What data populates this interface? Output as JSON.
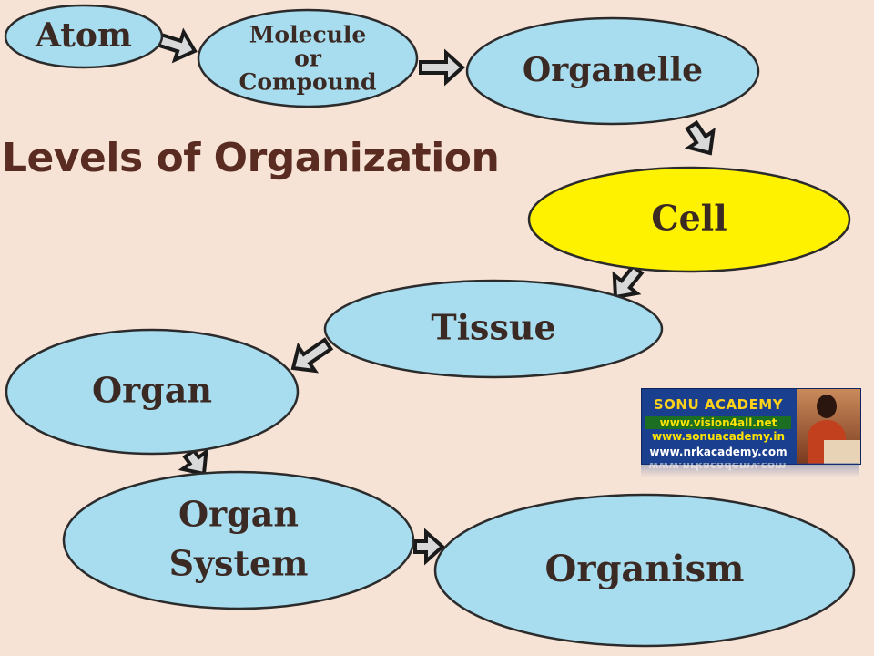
{
  "title": "Levels of Organization",
  "colors": {
    "background": "#f7e3d6",
    "node_fill": "#a8dcef",
    "node_stroke": "#2b2b2b",
    "highlight_fill": "#fff200",
    "label": "#3b2a24",
    "heading": "#5a2b20",
    "arrow": "#1a1a1a"
  },
  "nodes": [
    {
      "id": "atom",
      "lines": [
        "Atom"
      ],
      "highlight": false
    },
    {
      "id": "molecule",
      "lines": [
        "Molecule",
        "or",
        "Compound"
      ],
      "highlight": false
    },
    {
      "id": "organelle",
      "lines": [
        "Organelle"
      ],
      "highlight": false
    },
    {
      "id": "cell",
      "lines": [
        "Cell"
      ],
      "highlight": true
    },
    {
      "id": "tissue",
      "lines": [
        "Tissue"
      ],
      "highlight": false
    },
    {
      "id": "organ",
      "lines": [
        "Organ"
      ],
      "highlight": false
    },
    {
      "id": "organ-system",
      "lines": [
        "Organ",
        "System"
      ],
      "highlight": false
    },
    {
      "id": "organism",
      "lines": [
        "Organism"
      ],
      "highlight": false
    }
  ],
  "edges": [
    {
      "from": "atom",
      "to": "molecule"
    },
    {
      "from": "molecule",
      "to": "organelle"
    },
    {
      "from": "organelle",
      "to": "cell"
    },
    {
      "from": "cell",
      "to": "tissue"
    },
    {
      "from": "tissue",
      "to": "organ"
    },
    {
      "from": "organ",
      "to": "organ-system"
    },
    {
      "from": "organ-system",
      "to": "organism"
    }
  ],
  "logo": {
    "title": "SONU ACADEMY",
    "line1": "www.vision4all.net",
    "line2": "www.sonuacademy.in",
    "line3": "www.nrkacademy.com"
  }
}
